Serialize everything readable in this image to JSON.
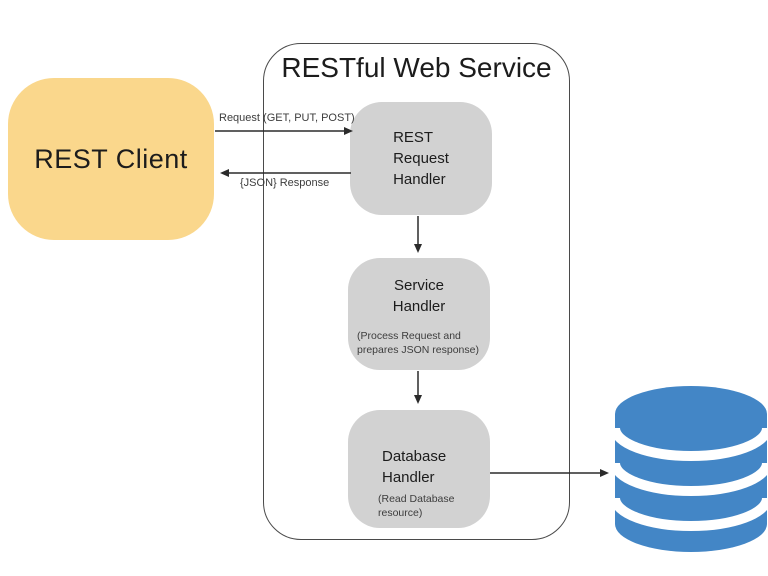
{
  "colors": {
    "background": "#ffffff",
    "client_fill": "#fad78c",
    "node_fill": "#d2d2d2",
    "database_blue": "#4386c6",
    "container_border": "#4a4a4a",
    "arrow": "#2b2b2b",
    "text_primary": "#1c1c1c",
    "text_secondary": "#3d3d3d"
  },
  "client": {
    "label": "REST Client"
  },
  "container": {
    "title": "RESTful Web Service"
  },
  "nodes": {
    "rest_request_handler": {
      "label": "REST\nRequest\nHandler"
    },
    "service_handler": {
      "label": "Service\nHandler",
      "sublabel": "(Process Request and\nprepares JSON response)"
    },
    "database_handler": {
      "label": "Database\nHandler",
      "sublabel": "(Read Database\nresource)"
    }
  },
  "edges": {
    "request": {
      "label": "Request (GET, PUT, POST)"
    },
    "response": {
      "label": "{JSON} Response"
    }
  },
  "database": {
    "icon": "database-cylinder-icon"
  }
}
